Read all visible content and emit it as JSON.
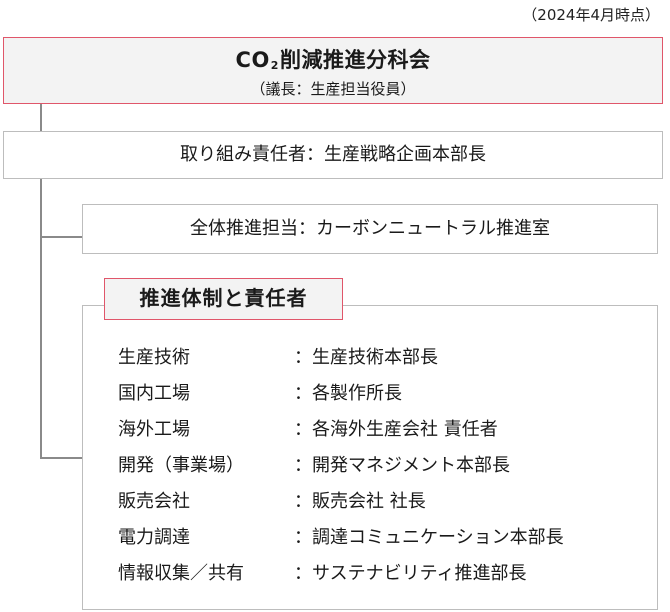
{
  "date_note": "（2024年4月時点）",
  "committee": {
    "title_pre": "CO",
    "title_sub": "2",
    "title_post": "削減推進分科会",
    "chair": "（議長：生産担当役員）"
  },
  "responsible": "取り組み責任者：生産戦略企画本部長",
  "promotion": "全体推進担当：カーボンニュートラル推進室",
  "system": {
    "title": "推進体制と責任者",
    "rows": [
      {
        "k": "生産技術",
        "v": "：生産技術本部長"
      },
      {
        "k": "国内工場",
        "v": "：各製作所長"
      },
      {
        "k": "海外工場",
        "v": "：各海外生産会社 責任者"
      },
      {
        "k": "開発（事業場）",
        "v": "：開発マネジメント本部長"
      },
      {
        "k": "販売会社",
        "v": "：販売会社 社長"
      },
      {
        "k": "電力調達",
        "v": "：調達コミュニケーション本部長"
      },
      {
        "k": "情報収集／共有",
        "v": "：サステナビリティ推進部長"
      }
    ]
  },
  "colors": {
    "accent_border": "#e0566a",
    "box_fill": "#f3f3f3",
    "line": "#8a8a8a"
  }
}
